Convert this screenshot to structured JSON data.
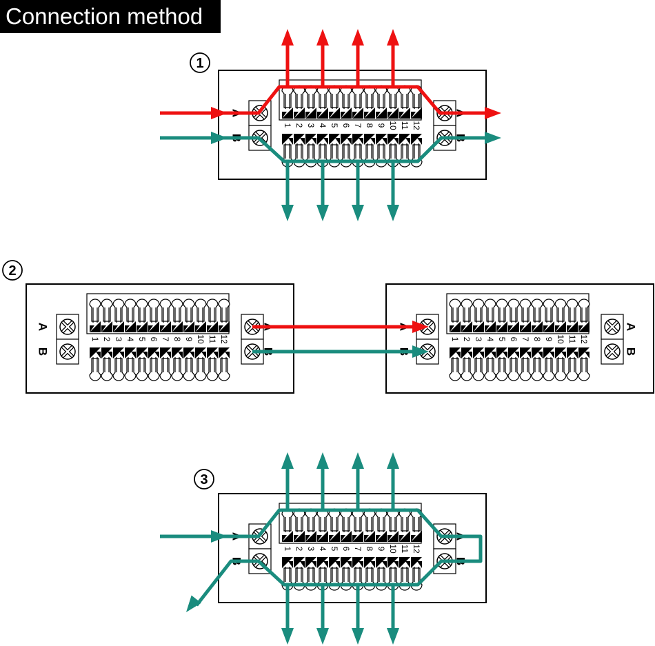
{
  "title": "Connection method",
  "colors": {
    "line_a": "#ee1111",
    "line_b": "#1a8c7e",
    "outline": "#000000",
    "background": "#ffffff"
  },
  "terminal": {
    "pin_numbers": [
      "1",
      "2",
      "3",
      "4",
      "5",
      "6",
      "7",
      "8",
      "9",
      "10",
      "11",
      "12"
    ],
    "port_labels": [
      "A",
      "B"
    ]
  },
  "diagrams": [
    {
      "id": "1",
      "marker": "①",
      "description": "Single distributor: A and B inputs on left, 4 outputs up (A) and 4 outputs down (B), pass-through on right",
      "devices": 1,
      "signals": [
        {
          "name": "A",
          "color": "red",
          "outputs_up": 4,
          "pass_through": "right"
        },
        {
          "name": "B",
          "color": "teal",
          "outputs_down": 4,
          "pass_through": "right"
        }
      ]
    },
    {
      "id": "2",
      "marker": "②",
      "description": "Two distributors chained: right A/B of first device linked to left A/B of second device",
      "devices": 2,
      "signals": [
        {
          "name": "A",
          "color": "red"
        },
        {
          "name": "B",
          "color": "teal"
        }
      ]
    },
    {
      "id": "3",
      "marker": "③",
      "description": "Loop connection: input enters A, goes through top outputs, loops at right from A to B, returns through bottom outputs and exits B on the left",
      "devices": 1,
      "signals": [
        {
          "name": "loop",
          "color": "teal",
          "outputs_up": 4,
          "outputs_down": 4
        }
      ]
    }
  ]
}
